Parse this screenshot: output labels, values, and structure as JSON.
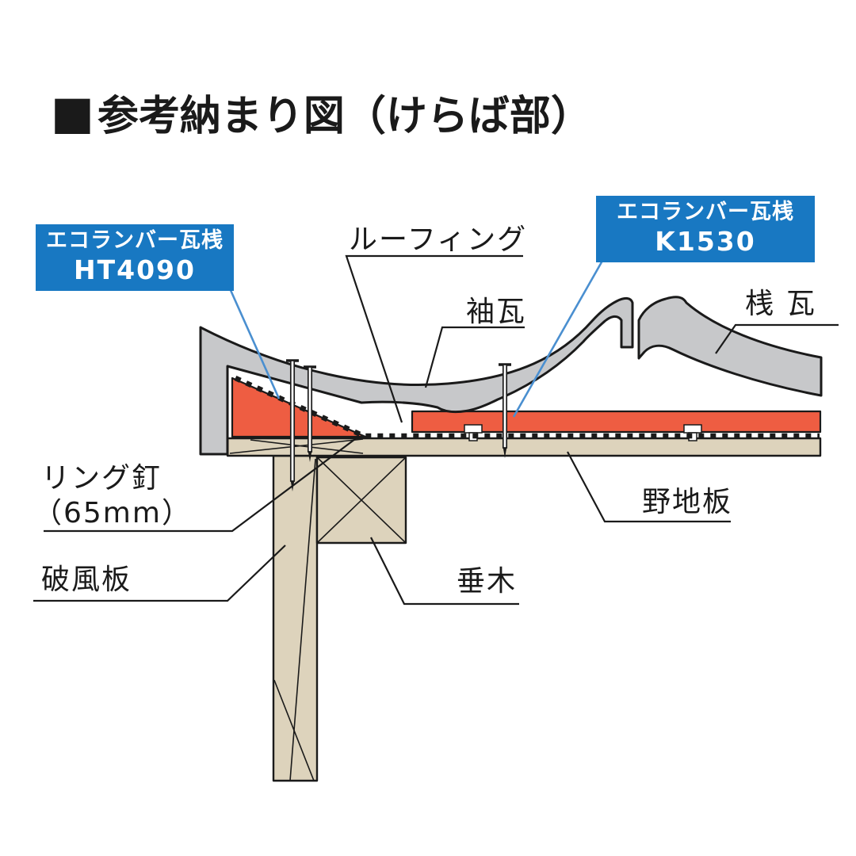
{
  "title": {
    "marker": "■",
    "text": "参考納まり図（けらば部）"
  },
  "callouts": {
    "ht4090": {
      "product": "エコランバー瓦桟",
      "model": "HT4090"
    },
    "k1530": {
      "product": "エコランバー瓦桟",
      "model": "K1530"
    }
  },
  "labels": {
    "roofing": "ルーフィング",
    "sleeve_tile": "袖瓦",
    "pan_tile": "桟瓦",
    "ring_nail": "リング釘",
    "ring_nail_size": "（65mm）",
    "sheathing": "野地板",
    "bargeboard": "破風板",
    "rafter": "垂木"
  },
  "colors": {
    "accent_blue": "#1878c2",
    "leader_blue": "#4a8fd0",
    "tile_gray": "#c7c8ca",
    "wood_beige": "#ddd3bc",
    "part_orange": "#ee5d42",
    "line_black": "#1a1a1a",
    "bg": "#ffffff"
  }
}
